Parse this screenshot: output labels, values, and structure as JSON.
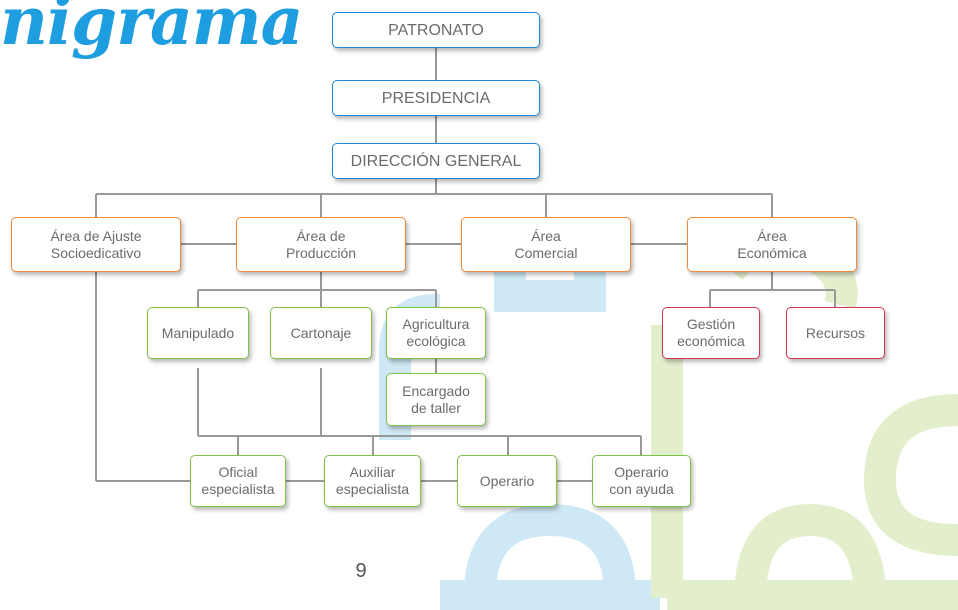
{
  "title": "nigrama",
  "page_number": "9",
  "nodes": {
    "patronato": "PATRONATO",
    "presidencia": "PRESIDENCIA",
    "direccion": "DIRECCIÓN GENERAL",
    "area_ajuste": "Área de Ajuste\nSocioedicativo",
    "area_produccion": "Área de\nProducción",
    "area_comercial": "Área\nComercial",
    "area_economica": "Área\nEconómica",
    "manipulado": "Manipulado",
    "cartonaje": "Cartonaje",
    "agricultura": "Agricultura\necológica",
    "encargado": "Encargado\nde taller",
    "gestion": "Gestión\neconómica",
    "recursos": "Recursos",
    "oficial": "Oficial\nespecialista",
    "auxiliar": "Auxiliar\nespecialista",
    "operario": "Operario",
    "operario_ayuda": "Operario\ncon ayuda"
  },
  "colors": {
    "title": "#1e9ee0",
    "top_border": "#1a86d4",
    "area_border": "#ee8a3a",
    "green_border": "#7fc24a",
    "red_border": "#d83454",
    "connector": "#999999",
    "puzzle_blue": "#cfe8f5",
    "puzzle_green": "#e3efcc"
  }
}
